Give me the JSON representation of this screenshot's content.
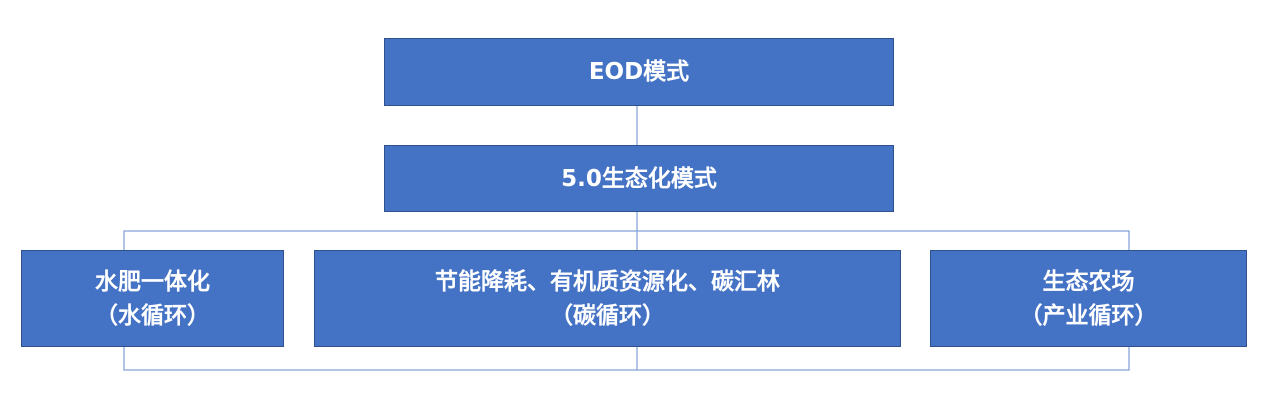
{
  "diagram": {
    "top": {
      "label": "EOD模式"
    },
    "middle": {
      "label": "5.0生态化模式"
    },
    "children": [
      {
        "line1": "水肥一体化",
        "line2": "（水循环）"
      },
      {
        "line1": "节能降耗、有机质资源化、碳汇林",
        "line2": "（碳循环）"
      },
      {
        "line1": "生态农场",
        "line2": "（产业循环）"
      }
    ]
  },
  "colors": {
    "box_fill": "#4472c4",
    "box_border": "#2f528f",
    "connector": "#7f9ed6",
    "text": "#ffffff"
  }
}
